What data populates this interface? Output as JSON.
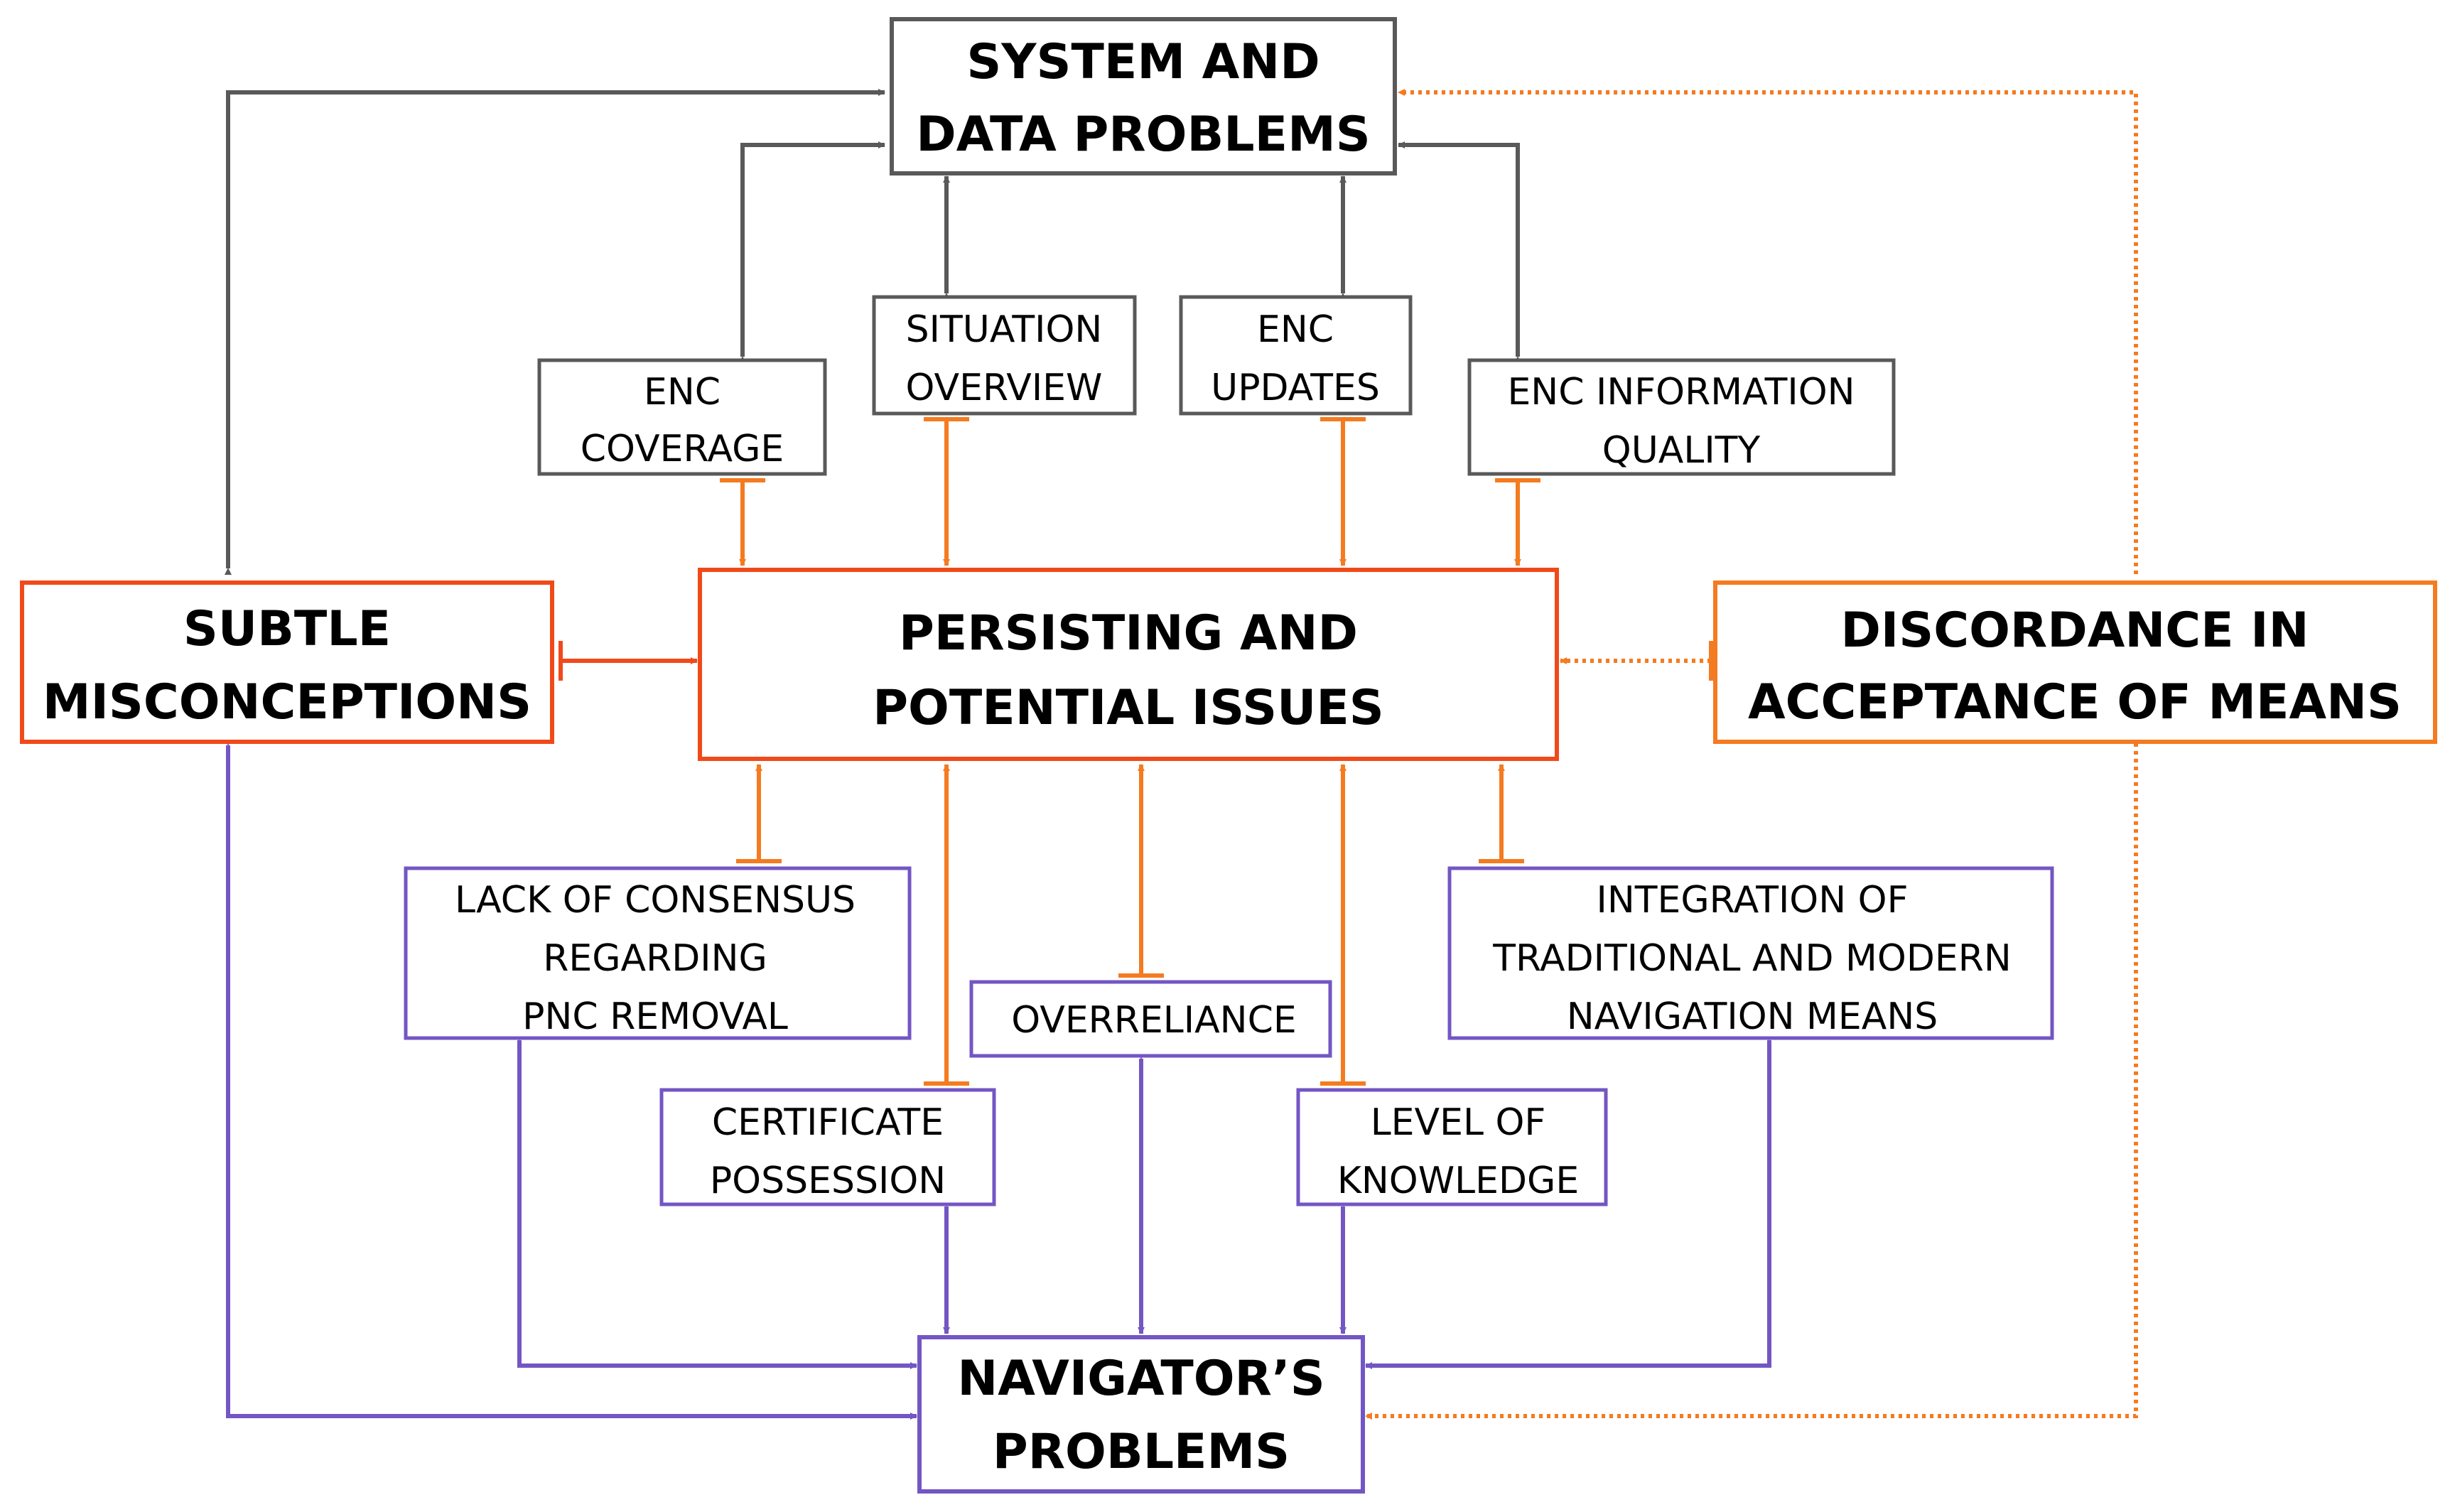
{
  "colors": {
    "gray": "#595959",
    "red": "#f04a1a",
    "orange": "#f47b20",
    "purple": "#7356c4",
    "text": "#000000"
  },
  "nodes": {
    "system": {
      "lines": [
        "SYSTEM AND",
        "DATA PROBLEMS"
      ]
    },
    "enc_coverage": {
      "lines": [
        "ENC",
        "COVERAGE"
      ]
    },
    "situation_overview": {
      "lines": [
        "SITUATION",
        "OVERVIEW"
      ]
    },
    "enc_updates": {
      "lines": [
        "ENC",
        "UPDATES"
      ]
    },
    "enc_quality": {
      "lines": [
        "ENC INFORMATION",
        "QUALITY"
      ]
    },
    "subtle": {
      "lines": [
        "SUBTLE",
        "MISCONCEPTIONS"
      ]
    },
    "persisting": {
      "lines": [
        "PERSISTING AND",
        "POTENTIAL ISSUES"
      ]
    },
    "discordance": {
      "lines": [
        "DISCORDANCE IN",
        "ACCEPTANCE OF MEANS"
      ]
    },
    "lack_consensus": {
      "lines": [
        "LACK OF CONSENSUS",
        "REGARDING",
        "PNC REMOVAL"
      ]
    },
    "overreliance": {
      "lines": [
        "OVERRELIANCE"
      ]
    },
    "integration": {
      "lines": [
        "INTEGRATION OF",
        "TRADITIONAL AND MODERN",
        "NAVIGATION MEANS"
      ]
    },
    "certificate": {
      "lines": [
        "CERTIFICATE",
        "POSSESSION"
      ]
    },
    "knowledge": {
      "lines": [
        "LEVEL OF",
        "KNOWLEDGE"
      ]
    },
    "navigator": {
      "lines": [
        "NAVIGATOR’S",
        "PROBLEMS"
      ]
    }
  }
}
